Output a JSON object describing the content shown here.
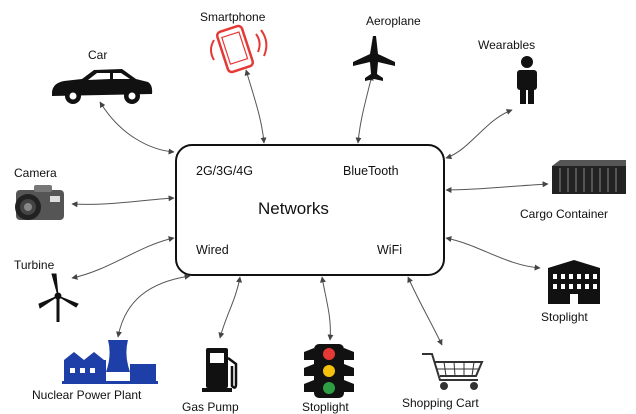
{
  "hub": {
    "title": "Networks",
    "corners": {
      "top_left": "2G/3G/4G",
      "top_right": "BlueTooth",
      "bottom_left": "Wired",
      "bottom_right": "WiFi"
    }
  },
  "devices": {
    "smartphone": "Smartphone",
    "aeroplane": "Aeroplane",
    "car": "Car",
    "wearables": "Wearables",
    "camera": "Camera",
    "cargo_container": "Cargo Container",
    "turbine": "Turbine",
    "building": "Stoplight",
    "nuclear": "Nuclear Power Plant",
    "gas_pump": "Gas Pump",
    "stoplight": "Stoplight",
    "shopping_cart": "Shopping Cart"
  },
  "colors": {
    "smartphone_accent": "#e53935",
    "nuclear_blue": "#1f3fa8",
    "light_red": "#e53935",
    "light_yellow": "#f4c20d",
    "light_green": "#2e9e44"
  }
}
